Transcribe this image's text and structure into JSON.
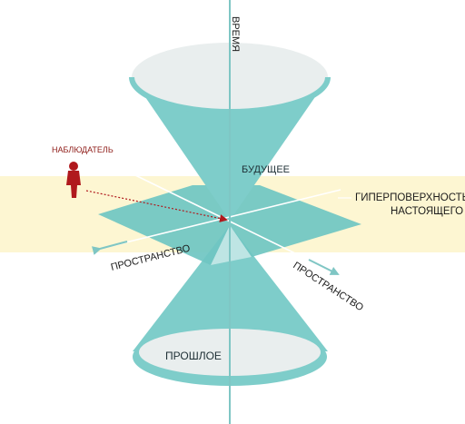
{
  "labels": {
    "time_axis": "ВРЕМЯ",
    "future": "БУДУЩЕЕ",
    "past": "ПРОШЛОЕ",
    "observer": "НАБЛЮДАТЕЛЬ",
    "hypersurface_line1": "ГИПЕРПОВЕРХНОСТЬ",
    "hypersurface_line2": "НАСТОЯЩЕГО",
    "space_left": "ПРОСТРАНСТВО",
    "space_right": "ПРОСТРАНСТВО"
  },
  "colors": {
    "cone_fill": "#7ecdca",
    "cone_inner": "#e9eeee",
    "band": "#fdf6d2",
    "plane_fill": "#6fc6c2",
    "axis": "#7fc6c4",
    "observer": "#b0191d"
  }
}
